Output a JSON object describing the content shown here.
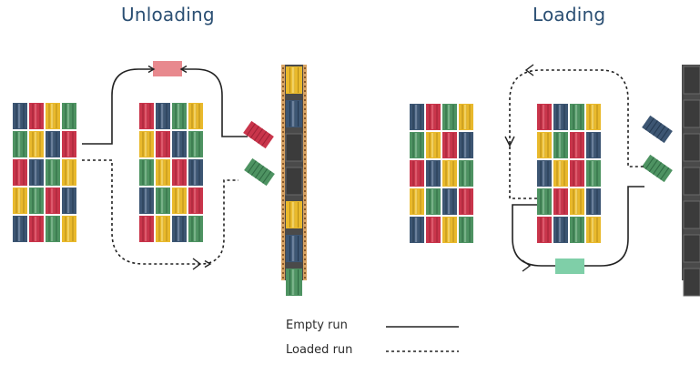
{
  "titles": {
    "left": "Unloading",
    "right": "Loading"
  },
  "legend": {
    "empty_run": "Empty run",
    "loaded_run": "Loaded run"
  },
  "colors": {
    "red": "#c9354b",
    "yellow": "#e9b92c",
    "blue": "#3d5673",
    "green": "#4e9362",
    "title": "#2b4f73",
    "quay": "#4a4a4a",
    "rail": "#d9a464",
    "vehicle_unloading": "#e8898e",
    "vehicle_loading": "#7fcfa8"
  }
}
